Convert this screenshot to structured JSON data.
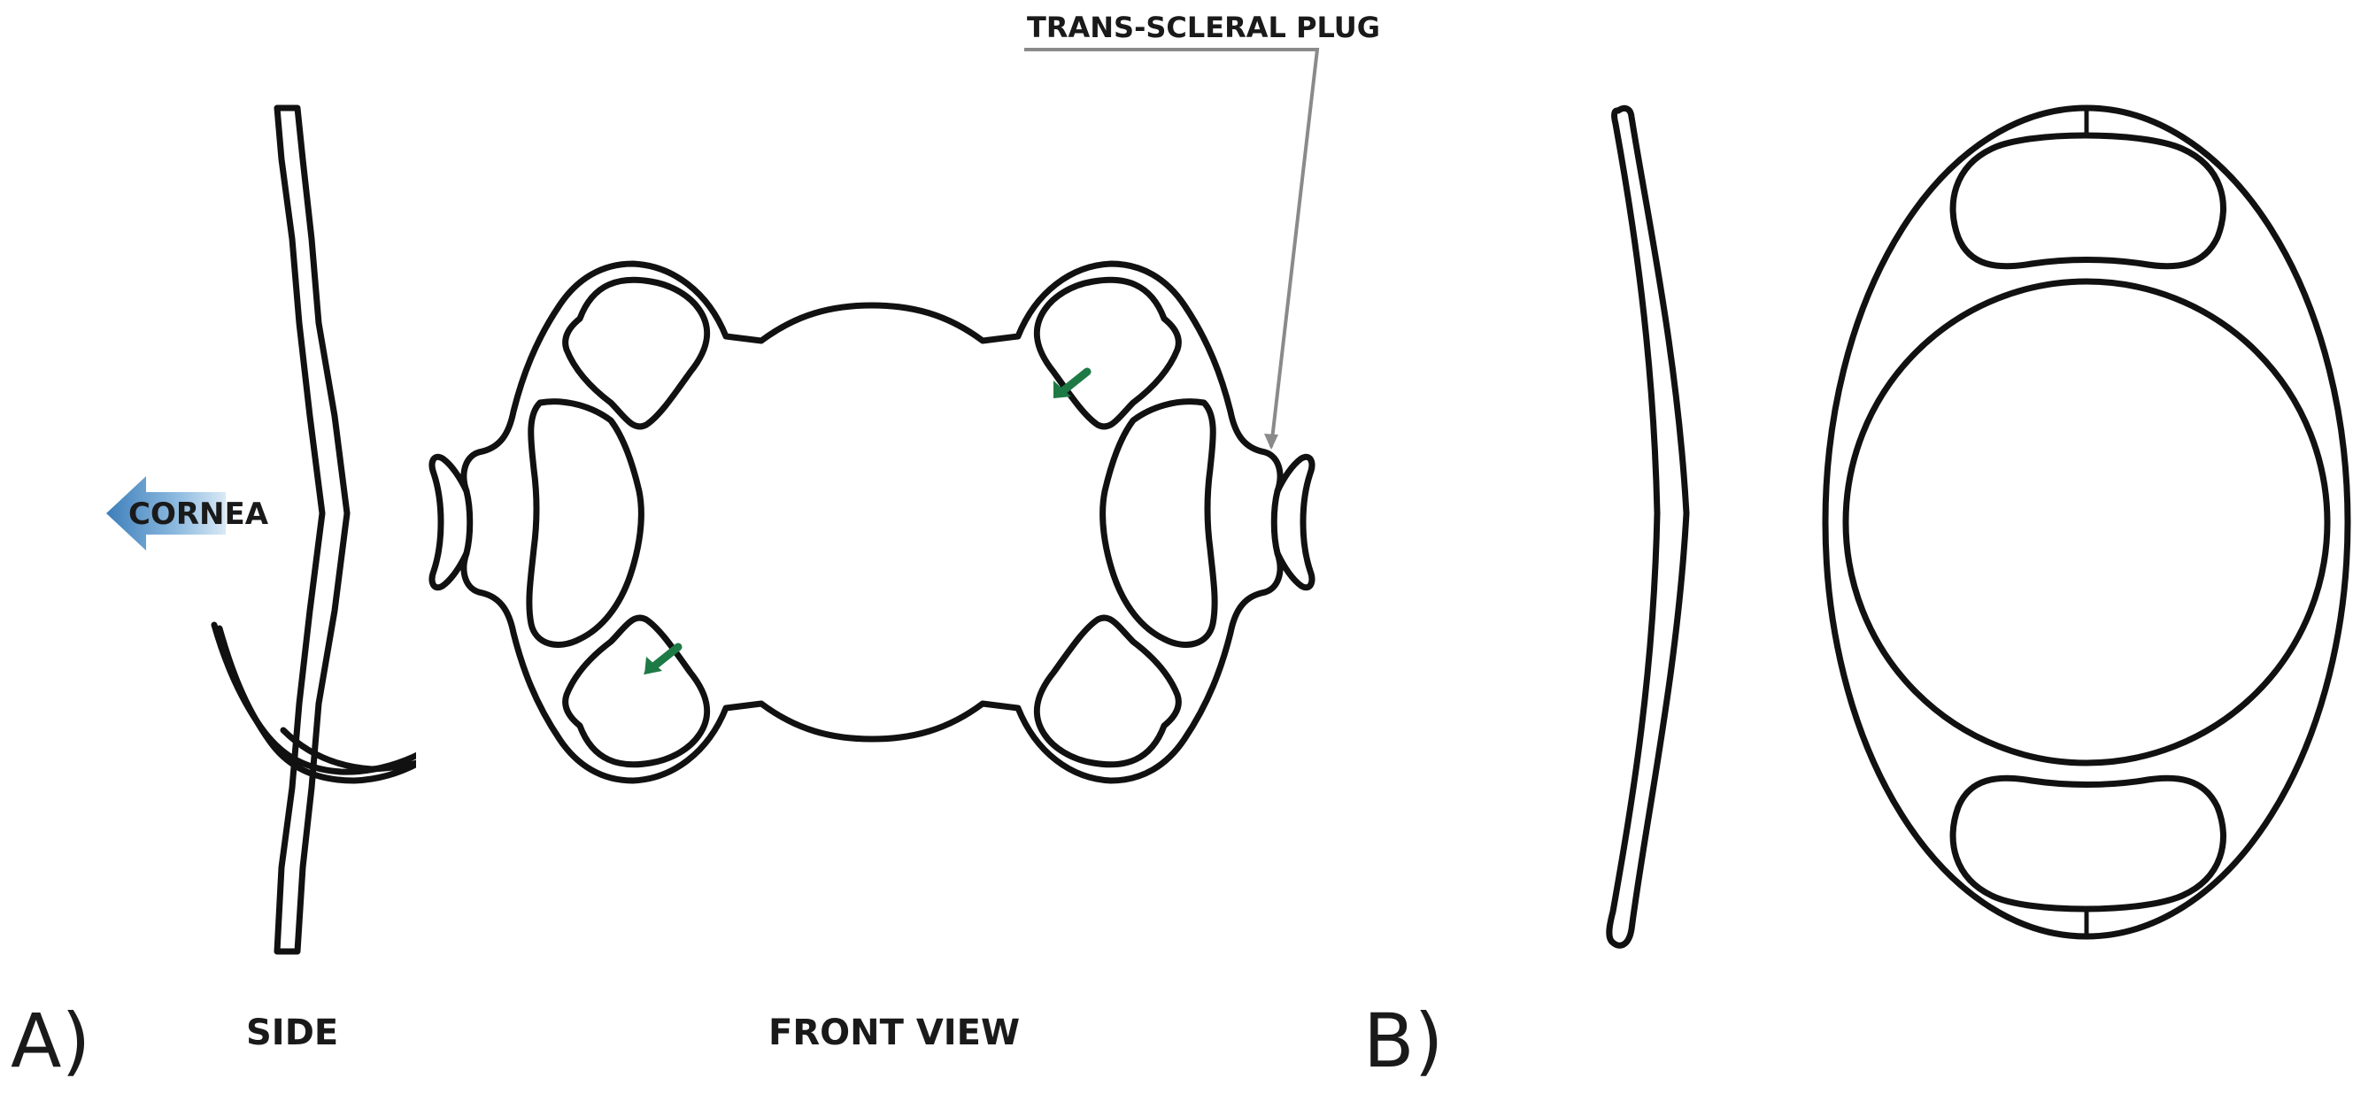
{
  "panel_a": {
    "letter": "A)",
    "side_label": "SIDE",
    "front_label": "FRONT VIEW",
    "cornea_label": "CORNEA",
    "plug_label": "TRANS-SCLERAL PLUG"
  },
  "panel_b": {
    "letter": "B)"
  },
  "colors": {
    "outline": "#111111",
    "green_arrow": "#1e7a45",
    "cornea_arrow": "#4f8ec4",
    "leader_line": "#8a8a8a"
  }
}
